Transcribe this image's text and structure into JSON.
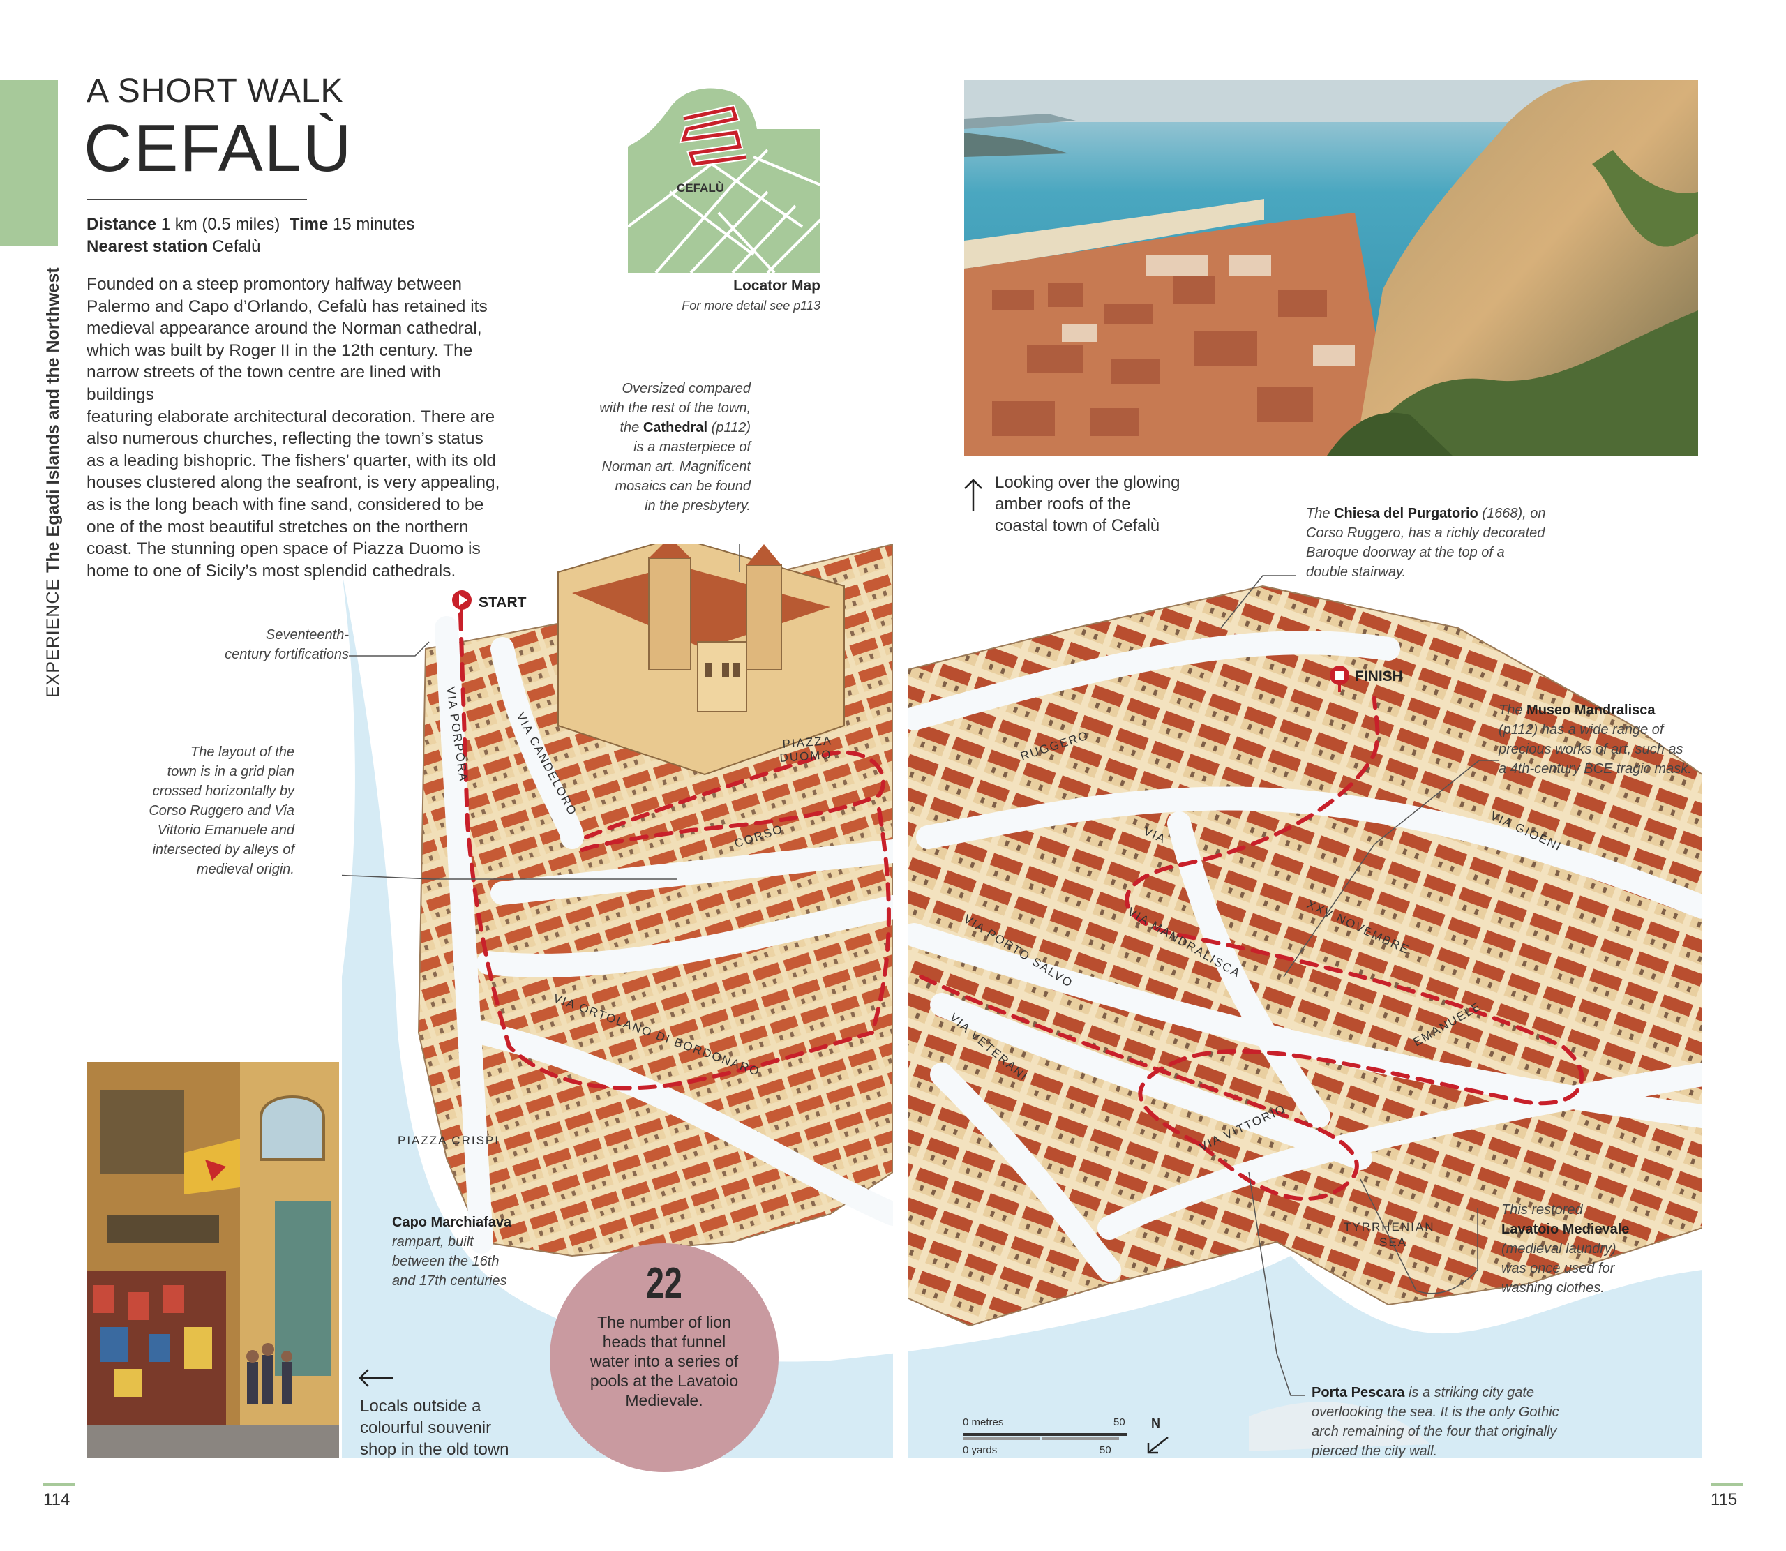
{
  "side_caption": {
    "section": "EXPERIENCE",
    "region": "The Egadi Islands and the Northwest"
  },
  "kicker": "A SHORT WALK",
  "title": "CEFALÙ",
  "facts": {
    "distance_label": "Distance",
    "distance_value": "1 km (0.5 miles)",
    "time_label": "Time",
    "time_value": "15 minutes",
    "station_label": "Nearest station",
    "station_value": "Cefalù"
  },
  "intro_lines": [
    "Founded on a steep promontory halfway between",
    "Palermo and Capo d’Orlando, Cefalù has retained its",
    "medieval appearance around the Norman cathedral,",
    "which was built by Roger II in the 12th century. The",
    "narrow streets of the town centre are lined with buildings",
    "featuring elaborate architectural decoration. There are",
    "also numerous churches, reflecting the town’s status",
    "as a leading bishopric. The fishers’ quarter, with its old",
    "houses clustered along the seafront, is very appealing,",
    "as is the long beach with fine sand, considered to be",
    "one of the most beautiful stretches on the northern",
    "coast. The stunning open space of Piazza Duomo is",
    "home to one of Sicily’s most splendid cathedrals."
  ],
  "locator": {
    "map_label": "CEFALÙ",
    "title": "Locator Map",
    "subtitle": "For more detail see p113"
  },
  "photo_top_caption": [
    "Looking over the glowing",
    "amber roofs of the",
    "coastal town of Cefalù"
  ],
  "photo_bottom_caption": [
    "Locals outside a",
    "colourful souvenir",
    "shop in the old town"
  ],
  "notes": {
    "cathedral": {
      "l1": "Oversized compared",
      "l2": "with the rest of the town,",
      "l3_pre": "the ",
      "l3_bold": "Cathedral",
      "l3_post": " (p112)",
      "l4": "is a masterpiece of",
      "l5": "Norman art. Magnificent",
      "l6": "mosaics can be found",
      "l7": "in the presbytery."
    },
    "fortifications": [
      "Seventeenth-",
      "century fortifications"
    ],
    "grid": [
      "The layout of the",
      "town is in a grid plan",
      "crossed horizontally by",
      "Corso Ruggero and Via",
      "Vittorio Emanuele and",
      "intersected by alleys of",
      "medieval origin."
    ],
    "purgatorio": {
      "l1_pre": "The ",
      "l1_bold": "Chiesa del Purgatorio",
      "l1_post": " (1668), on",
      "l2": "Corso Ruggero, has a richly decorated",
      "l3": "Baroque doorway at the top of a",
      "l4": "double stairway."
    },
    "mandralisca": {
      "l1_pre": "The ",
      "l1_bold": "Museo Mandralisca",
      "l2": "(p112) has a wide range of",
      "l3": "precious works of art, such as",
      "l4": "a 4th-century BCE tragic mask."
    },
    "marchiafava": {
      "bold": "Capo Marchiafava",
      "l2": "rampart, built",
      "l3": "between the 16th",
      "l4": "and 17th centuries"
    },
    "lavatoio": {
      "l1": "This restored",
      "bold": "Lavatoio Medievale",
      "l3": "(medieval laundry)",
      "l4": "was once used for",
      "l5": "washing clothes."
    },
    "pescara": {
      "bold": "Porta Pescara",
      "l1_post": " is a striking city gate",
      "l2": "overlooking the sea. It is the only Gothic",
      "l3": "arch remaining of the four that originally",
      "l4": "pierced the city wall."
    }
  },
  "map": {
    "start": "START",
    "finish": "FINISH",
    "streets": {
      "porpora": "VIA PORPORA",
      "candeloro": "VIA CANDELORO",
      "piazza_duomo_1": "PIAZZA",
      "piazza_duomo_2": "DUOMO",
      "corso": "CORSO",
      "ruggero": "RUGGERO",
      "gioeni": "VIA GIOENI",
      "via": "VIA",
      "xxv": "XXV NOVEMBRE",
      "mandralisca": "VIA MANDRALISCA",
      "porto_salvo": "VIA PORTO SALVO",
      "veterani": "VIA VETERANI",
      "ortolano": "VIA ORTOLANO DI BORDONARO",
      "emanuele": "EMANUELE",
      "vittorio": "VIA VITTORIO",
      "crispi": "PIAZZA CRISPI",
      "sea_1": "TYRRHENIAN",
      "sea_2": "SEA"
    },
    "scale": {
      "metres": "0 metres",
      "yards": "0 yards",
      "m_val": "50",
      "y_val": "50",
      "north": "N"
    }
  },
  "stat": {
    "number": "22",
    "text": "The number of lion heads that funnel water into a series of pools at the Lavatoio Medievale."
  },
  "page_left": "114",
  "page_right": "115",
  "colors": {
    "accent_green": "#a7c99a",
    "route_red": "#c8202a",
    "stat_pink": "#c99aa0",
    "sea_blue": "#cfe6f2"
  }
}
